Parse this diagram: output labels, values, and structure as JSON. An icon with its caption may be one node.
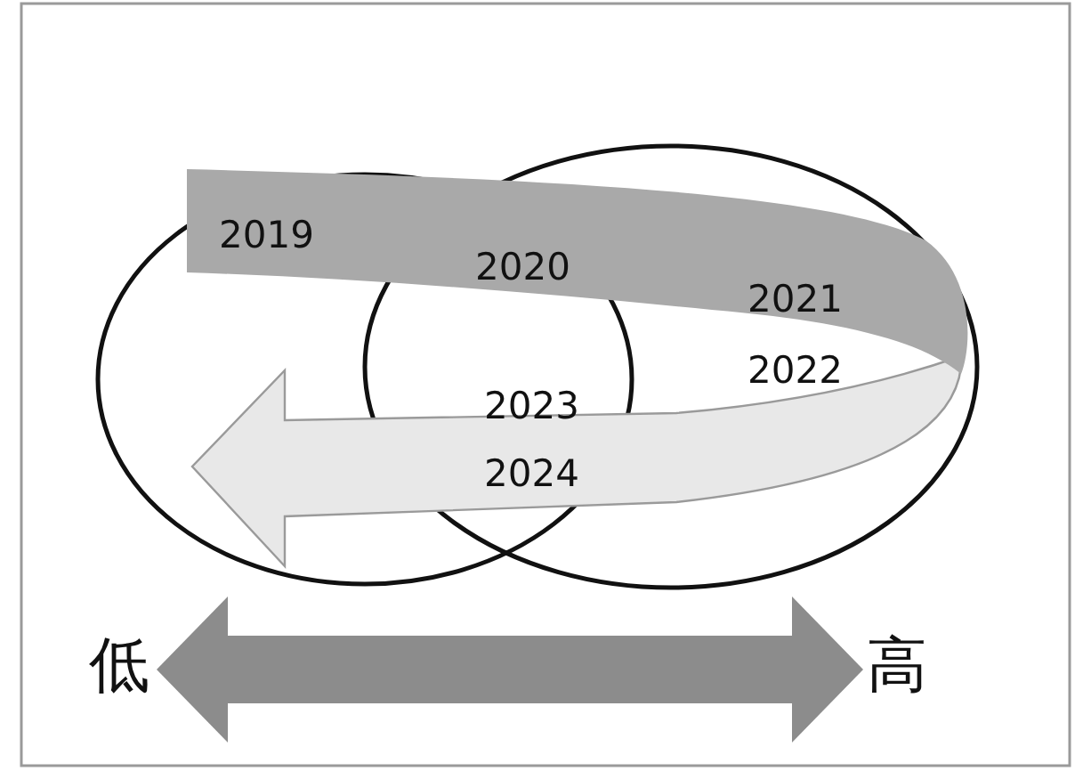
{
  "diagram": {
    "nodes": [
      {
        "text": [
          "低"
        ]
      },
      {
        "text": [
          "高"
        ]
      }
    ],
    "edges": [
      {
        "from": 0,
        "to": 1,
        "arrow": "both"
      }
    ],
    "labels": [
      "2019",
      "2020",
      "2021",
      "2022",
      "2023",
      "2024"
    ]
  }
}
